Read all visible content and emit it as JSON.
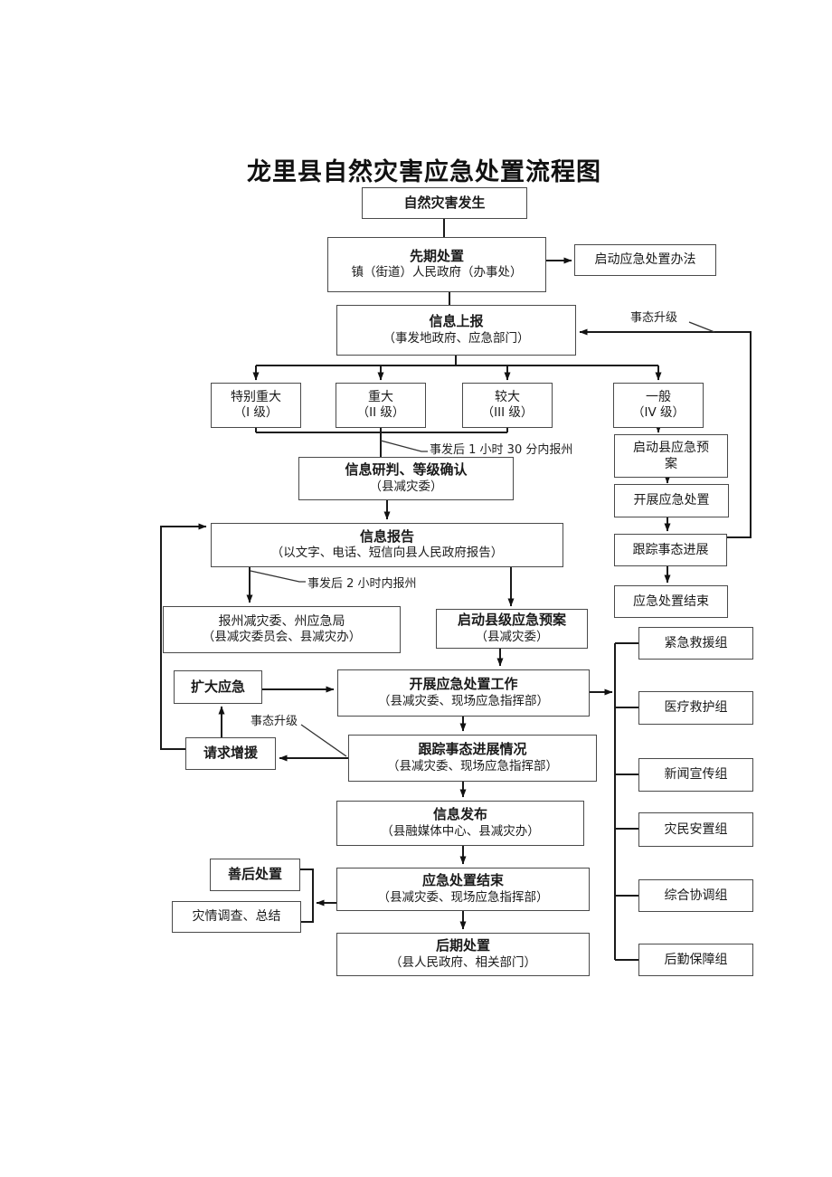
{
  "title": "龙里县自然灾害应急处置流程图",
  "colors": {
    "ink": "#1a1a1a",
    "box_border": "#4a4a4a",
    "background": "#ffffff"
  },
  "labels": {
    "escalate_top": "事态升级",
    "report_90min": "事发后 1 小时 30 分内报州",
    "report_2h": "事发后 2 小时内报州",
    "escalate_left": "事态升级"
  },
  "nodes": {
    "occur": {
      "line1": "自然灾害发生"
    },
    "initial": {
      "line1": "先期处置",
      "line2": "镇（街道）人民政府（办事处）"
    },
    "startMethod": {
      "line1": "启动应急处置办法"
    },
    "reportUp": {
      "line1": "信息上报",
      "line2": "（事发地政府、应急部门）"
    },
    "level1": {
      "line1": "特别重大",
      "line2": "（I 级）"
    },
    "level2": {
      "line1": "重大",
      "line2": "（II 级）"
    },
    "level3": {
      "line1": "较大",
      "line2": "（III 级）"
    },
    "level4": {
      "line1": "一般",
      "line2": "（IV 级）"
    },
    "confirm": {
      "line1": "信息研判、等级确认",
      "line2": "（县减灾委）"
    },
    "infoReport": {
      "line1": "信息报告",
      "line2": "（以文字、电话、短信向县人民政府报告）"
    },
    "reportState": {
      "line1": "报州减灾委、州应急局",
      "line2": "（县减灾委员会、县减灾办）"
    },
    "startCounty": {
      "line1": "启动县级应急预案",
      "line2": "（县减灾委）"
    },
    "expand": {
      "line1": "扩大应急"
    },
    "carryOut": {
      "line1": "开展应急处置工作",
      "line2": "（县减灾委、现场应急指挥部）"
    },
    "request": {
      "line1": "请求增援"
    },
    "track": {
      "line1": "跟踪事态进展情况",
      "line2": "（县减灾委、现场应急指挥部）"
    },
    "publish": {
      "line1": "信息发布",
      "line2": "（县融媒体中心、县减灾办）"
    },
    "end": {
      "line1": "应急处置结束",
      "line2": "（县减灾委、现场应急指挥部）"
    },
    "post": {
      "line1": "后期处置",
      "line2": "（县人民政府、相关部门）"
    },
    "aftermath": {
      "line1": "善后处置"
    },
    "investigate": {
      "line1": "灾情调查、总结"
    },
    "r1": {
      "line1": "启动县应急预案"
    },
    "r2": {
      "line1": "开展应急处置"
    },
    "r3": {
      "line1": "跟踪事态进展"
    },
    "r4": {
      "line1": "应急处置结束"
    },
    "g1": {
      "line1": "紧急救援组"
    },
    "g2": {
      "line1": "医疗救护组"
    },
    "g3": {
      "line1": "新闻宣传组"
    },
    "g4": {
      "line1": "灾民安置组"
    },
    "g5": {
      "line1": "综合协调组"
    },
    "g6": {
      "line1": "后勤保障组"
    }
  }
}
